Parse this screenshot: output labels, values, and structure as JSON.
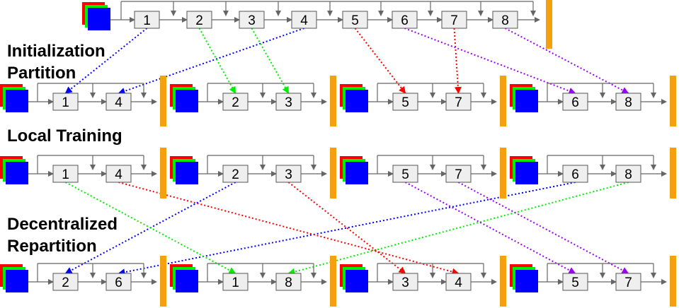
{
  "stages": [
    {
      "id": "init",
      "label_lines": [
        "Initialization",
        "Partition"
      ]
    },
    {
      "id": "local",
      "label_lines": [
        "Local Training"
      ]
    },
    {
      "id": "decentral",
      "label_lines": [
        "Decentralized",
        "Repartition"
      ]
    }
  ],
  "full_model": {
    "blocks": [
      "1",
      "2",
      "3",
      "4",
      "5",
      "6",
      "7",
      "8"
    ]
  },
  "rows": [
    {
      "id": "row-initial",
      "workers": [
        [
          "1",
          "4"
        ],
        [
          "2",
          "3"
        ],
        [
          "5",
          "7"
        ],
        [
          "6",
          "8"
        ]
      ]
    },
    {
      "id": "row-local",
      "workers": [
        [
          "1",
          "4"
        ],
        [
          "2",
          "3"
        ],
        [
          "5",
          "7"
        ],
        [
          "6",
          "8"
        ]
      ]
    },
    {
      "id": "row-repartition",
      "workers": [
        [
          "2",
          "6"
        ],
        [
          "1",
          "8"
        ],
        [
          "3",
          "4"
        ],
        [
          "5",
          "7"
        ]
      ]
    }
  ],
  "colors": {
    "block_fill": "#efefef",
    "block_stroke": "#555555",
    "output_bar": "#f5a00f",
    "connector": "#666666",
    "input_red": "#ff0000",
    "input_green": "#00ee00",
    "input_blue": "#0000ff",
    "worker_colors": [
      "#0000ff",
      "#00ee00",
      "#ff0000",
      "#9900ff"
    ]
  }
}
